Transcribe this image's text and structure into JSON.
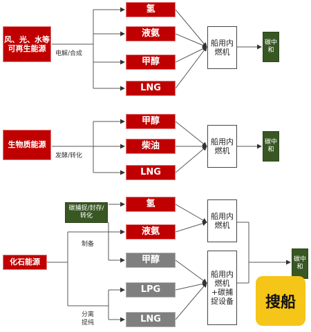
{
  "sections": [
    {
      "source": "风、光、水等可再生能源",
      "process": "电解/合成",
      "fuels": [
        "氢",
        "液氨",
        "甲醇",
        "LNG"
      ],
      "engine": "船用内燃机",
      "outcome": "碳中和"
    },
    {
      "source": "生物质能源",
      "process": "发酵/转化",
      "fuels": [
        "甲醇",
        "柴油",
        "LNG"
      ],
      "engine": "船用内燃机",
      "outcome": "碳中和"
    },
    {
      "source": "化石能源",
      "capture": "碳捕捉/封存/转化",
      "prepare": "制备",
      "separate": "分离提纯",
      "fuels": [
        "氢",
        "液氨",
        "甲醇",
        "LPG",
        "LNG"
      ],
      "engine_top": "船用内燃机",
      "engine_bottom": "船用内燃机+碳捕捉设备",
      "outcome": "碳中和"
    }
  ],
  "watermark": "搜船",
  "colors": {
    "red_box": "#c00000",
    "grey_box": "#7f7f7f",
    "green_box": "#385723",
    "badge": "#f5c518"
  }
}
